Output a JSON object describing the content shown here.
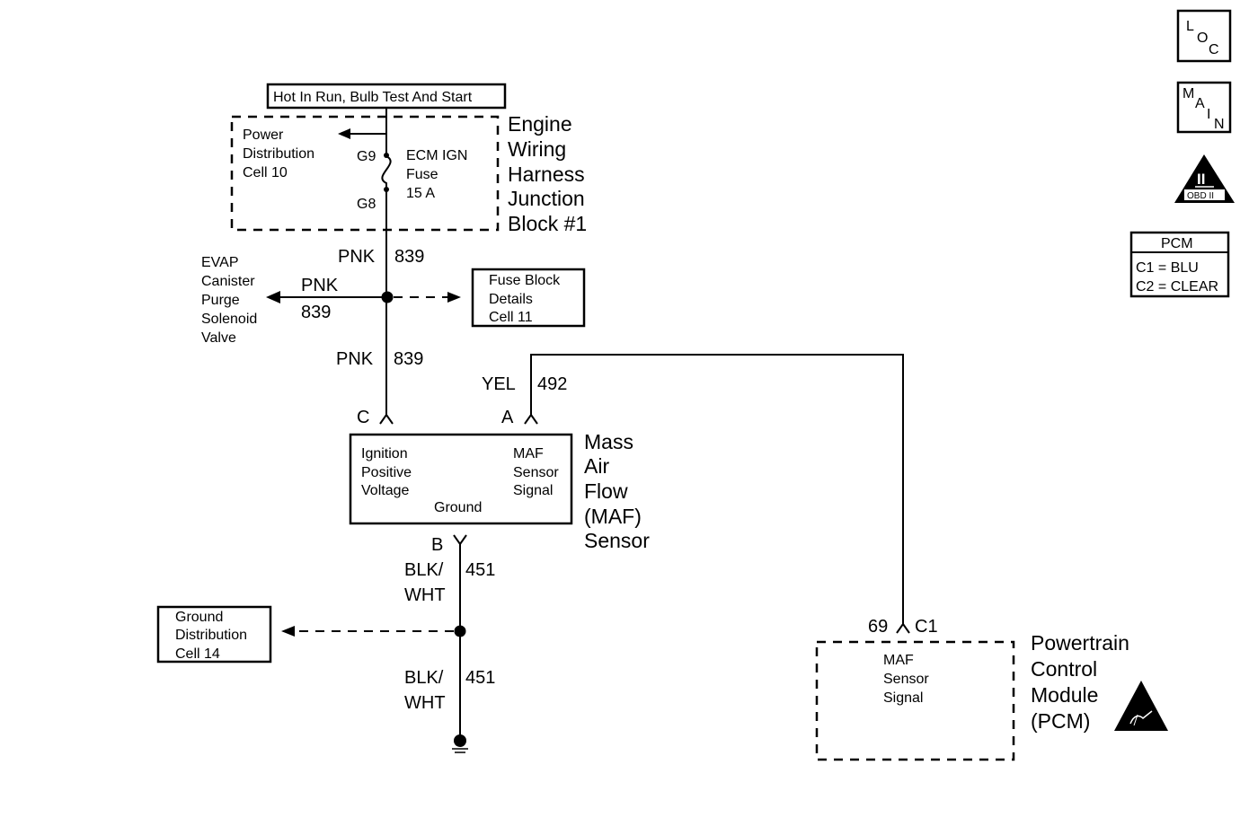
{
  "banner": "Hot In Run, Bulb Test And Start",
  "junction_block": {
    "title": [
      "Engine",
      "Wiring",
      "Harness",
      "Junction",
      "Block #1"
    ],
    "power_dist": [
      "Power",
      "Distribution",
      "Cell 10"
    ],
    "fuse": [
      "ECM IGN",
      "Fuse",
      "15 A"
    ],
    "pin_top": "G9",
    "pin_bottom": "G8"
  },
  "wires": {
    "pnk_1_color": "PNK",
    "pnk_1_circuit": "839",
    "pnk_branch_color": "PNK",
    "pnk_branch_circuit": "839",
    "pnk_2_color": "PNK",
    "pnk_2_circuit": "839",
    "yel_color": "YEL",
    "yel_circuit": "492",
    "blk_1_color": [
      "BLK/",
      "WHT"
    ],
    "blk_1_circuit": "451",
    "blk_2_color": [
      "BLK/",
      "WHT"
    ],
    "blk_2circuit": "451"
  },
  "evap": [
    "EVAP",
    "Canister",
    "Purge",
    "Solenoid",
    "Valve"
  ],
  "fuse_block": [
    "Fuse Block",
    "Details",
    "Cell 11"
  ],
  "maf_sensor": {
    "title": [
      "Mass",
      "Air",
      "Flow",
      "(MAF)",
      "Sensor"
    ],
    "ignition": [
      "Ignition",
      "Positive",
      "Voltage"
    ],
    "signal": [
      "MAF",
      "Sensor",
      "Signal"
    ],
    "ground": "Ground",
    "pin_c": "C",
    "pin_a": "A",
    "pin_b": "B"
  },
  "ground_dist": [
    "Ground",
    "Distribution",
    "Cell 14"
  ],
  "pcm": {
    "title": [
      "Powertrain",
      "Control",
      "Module",
      "(PCM)"
    ],
    "signal": [
      "MAF",
      "Sensor",
      "Signal"
    ],
    "pin": "69",
    "connector": "C1"
  },
  "legend": {
    "header": "PCM",
    "c1": "C1 = BLU",
    "c2": "C2 = CLEAR"
  },
  "nav": {
    "loc": [
      "L",
      "O",
      "C"
    ],
    "main": [
      "M",
      "A",
      "I",
      "N"
    ],
    "obd_numeral": "II",
    "obd_label": "OBD II"
  }
}
